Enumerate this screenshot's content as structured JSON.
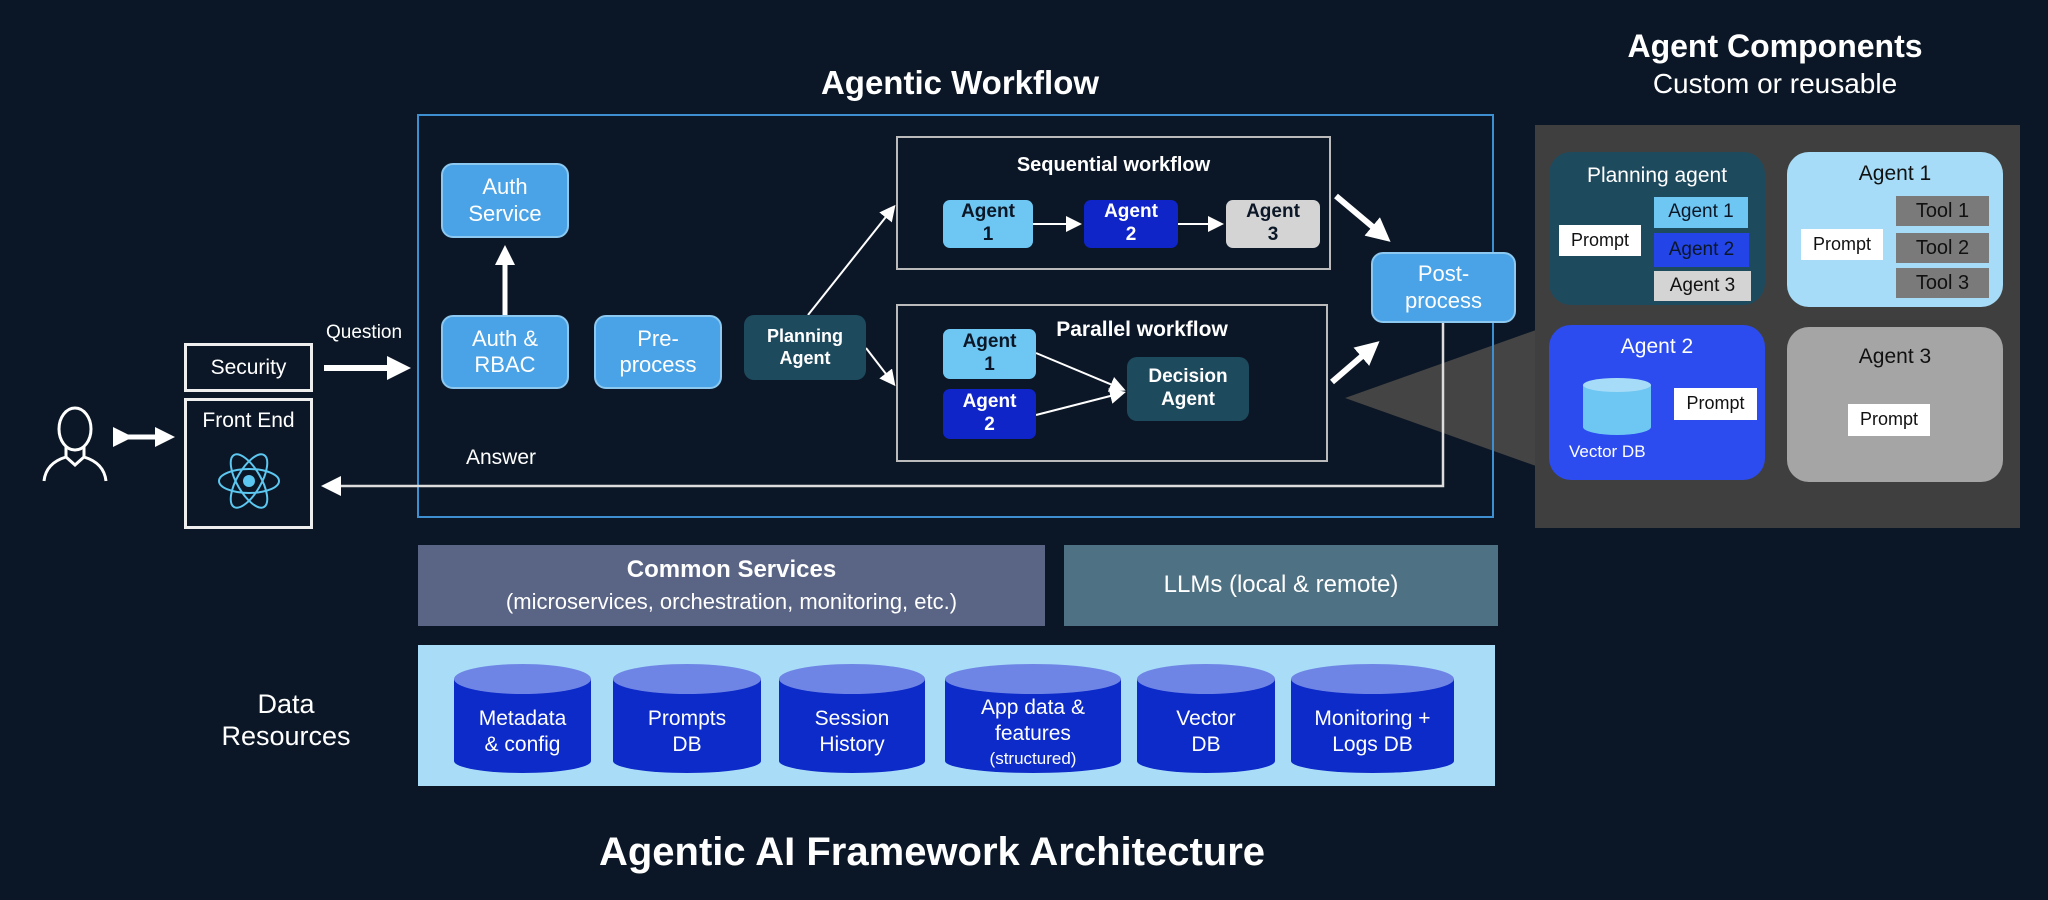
{
  "titles": {
    "workflow": "Agentic Workflow",
    "components": "Agent Components",
    "components_sub": "Custom or reusable",
    "footer": "Agentic AI Framework Architecture"
  },
  "client": {
    "security": "Security",
    "front_end": "Front End",
    "question": "Question",
    "answer": "Answer"
  },
  "workflow": {
    "auth_service": [
      "Auth",
      "Service"
    ],
    "auth_rbac": [
      "Auth &",
      "RBAC"
    ],
    "preprocess": [
      "Pre-",
      "process"
    ],
    "planning_agent": [
      "Planning",
      "Agent"
    ],
    "postprocess": [
      "Post-",
      "process"
    ],
    "sequential": {
      "title": "Sequential workflow",
      "agents": [
        [
          "Agent",
          "1"
        ],
        [
          "Agent",
          "2"
        ],
        [
          "Agent",
          "3"
        ]
      ]
    },
    "parallel": {
      "title": "Parallel workflow",
      "agents": [
        [
          "Agent",
          "1"
        ],
        [
          "Agent",
          "2"
        ]
      ],
      "decision": [
        "Decision",
        "Agent"
      ]
    }
  },
  "components": {
    "planning": {
      "title": "Planning agent",
      "prompt": "Prompt",
      "agents": [
        "Agent 1",
        "Agent 2",
        "Agent 3"
      ]
    },
    "agent1": {
      "title": "Agent 1",
      "prompt": "Prompt",
      "tools": [
        "Tool 1",
        "Tool 2",
        "Tool 3"
      ]
    },
    "agent2": {
      "title": "Agent 2",
      "prompt": "Prompt",
      "db": "Vector DB"
    },
    "agent3": {
      "title": "Agent 3",
      "prompt": "Prompt"
    }
  },
  "services": {
    "common_title": "Common Services",
    "common_sub": "(microservices, orchestration, monitoring, etc.)",
    "llms": "LLMs (local & remote)"
  },
  "data_resources": {
    "label": [
      "Data",
      "Resources"
    ],
    "stores": [
      [
        "Metadata",
        "& config"
      ],
      [
        "Prompts",
        "DB"
      ],
      [
        "Session",
        "History"
      ],
      [
        "App data &",
        "features",
        "(structured)"
      ],
      [
        "Vector",
        "DB"
      ],
      [
        "Monitoring +",
        "Logs DB"
      ]
    ]
  },
  "colors": {
    "background": "#0b1726",
    "light_blue_box": "#4aa3e6",
    "planning_teal": "#1e4a5e",
    "agent1": "#6ec6f3",
    "agent2": "#0f25c8",
    "agent3": "#d4d4d4",
    "db_blue": "#0d2bc8",
    "panel_gray": "#3f3f3f"
  }
}
